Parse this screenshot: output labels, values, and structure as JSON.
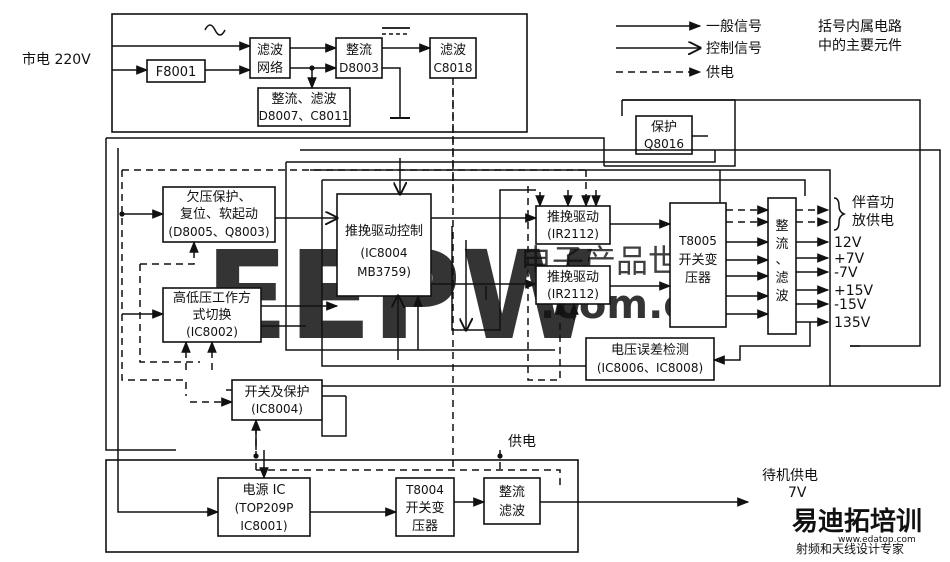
{
  "mains_input": "市电 220V",
  "legend": {
    "general_signal": "一般信号",
    "control_signal": "控制信号",
    "power_supply": "供电",
    "note_line1": "括号内属电路",
    "note_line2": "中的主要元件"
  },
  "blocks": {
    "fuse": "F8001",
    "emi_filter": [
      "滤波",
      "网络"
    ],
    "main_rectifier": [
      "整流",
      "D8003"
    ],
    "main_filter": [
      "滤波",
      "C8018"
    ],
    "aux_rect_filter": [
      "整流、滤波",
      "D8007、C8011"
    ],
    "protect": [
      "保护",
      "Q8016"
    ],
    "undervoltage": [
      "欠压保护、",
      "复位、软起动",
      "(D8005、Q8003)"
    ],
    "mode_switch": [
      "高低压工作方",
      "式切换",
      "(IC8002)"
    ],
    "pushpull_ctrl": [
      "推挽驱动控制",
      "(IC8004",
      "MB3759)"
    ],
    "driver_upper": [
      "推挽驱动",
      "(IR2112)"
    ],
    "driver_lower": [
      "推挽驱动",
      "(IR2112)"
    ],
    "main_transformer": [
      "T8005",
      "开关变",
      "压器"
    ],
    "rect_filter_out": [
      "整",
      "流",
      "、",
      "滤",
      "波"
    ],
    "error_detect": [
      "电压误差检测",
      "(IC8006、IC8008)"
    ],
    "switch_protect": [
      "开关及保护",
      "(IC8004)"
    ],
    "power_ic": [
      "电源 IC",
      "(TOP209P",
      "IC8001)"
    ],
    "standby_transformer": [
      "T8004",
      "开关变",
      "压器"
    ],
    "standby_rect": [
      "整流",
      "滤波"
    ]
  },
  "outputs": {
    "audio_supply": [
      "伴音功",
      "放供电"
    ],
    "v12": "12V",
    "v_plus7": "+7V",
    "v_minus7": "-7V",
    "v_plus15": "+15V",
    "v_minus15": "-15V",
    "v135": "135V"
  },
  "labels": {
    "supply": "供电",
    "standby_supply": "待机供电",
    "standby_voltage": "7V"
  },
  "watermarks": {
    "eepw": "EEPW",
    "dotcom": ".com.cn",
    "cn_faint": "电子产品世界",
    "logo_cn": "易迪拓培训",
    "logo_sub": "射频和天线设计专家",
    "logo_url": "www.edatop.com"
  },
  "colors": {
    "line": "#111111",
    "watermark_red": "#e8474a",
    "logo_red": "#d94a2a",
    "background": "#ffffff"
  }
}
